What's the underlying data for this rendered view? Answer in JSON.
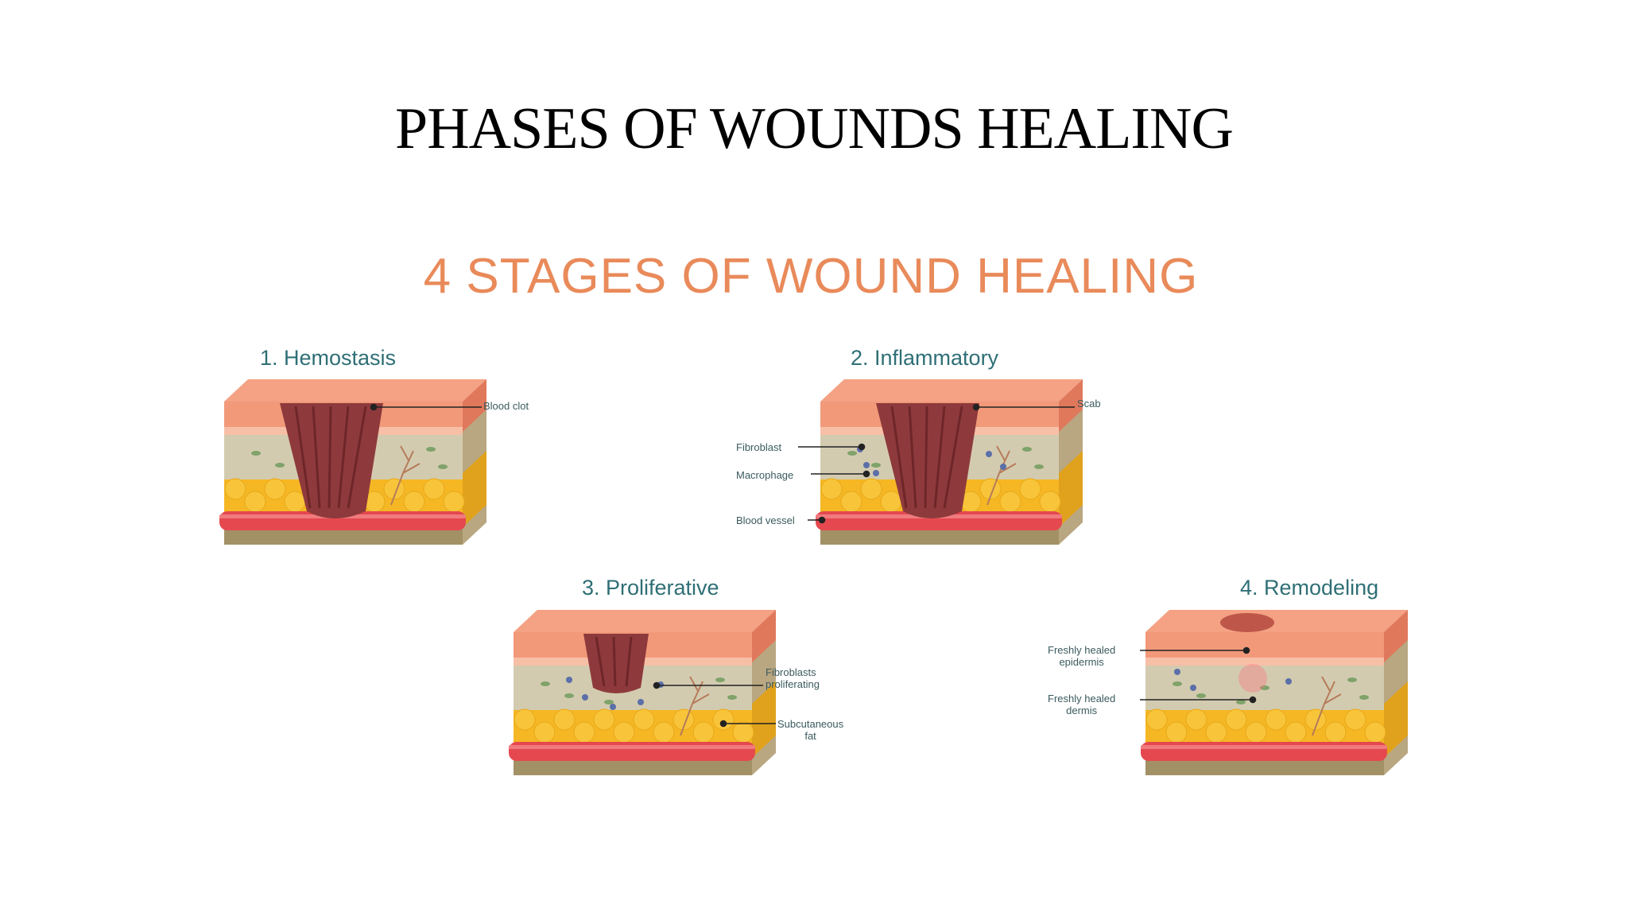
{
  "slide_title": "PHASES OF WOUNDS HEALING",
  "heading": "4 STAGES OF WOUND HEALING",
  "colors": {
    "heading": "#e98a5a",
    "stage_title": "#2f6f76",
    "epidermis": "#f2997a",
    "dermis": "#d3cbb0",
    "fat": "#f6b724",
    "vessel": "#e5484f",
    "wound": "#8e3a3c"
  },
  "stages": [
    {
      "title": "1. Hemostasis",
      "callouts": [
        "Blood clot"
      ]
    },
    {
      "title": "2. Inflammatory",
      "callouts": [
        "Scab",
        "Fibroblast",
        "Macrophage",
        "Blood vessel"
      ]
    },
    {
      "title": "3. Proliferative",
      "callouts": [
        "Fibroblasts\nproliferating",
        "Subcutaneous\nfat"
      ]
    },
    {
      "title": "4. Remodeling",
      "callouts": [
        "Freshly healed\nepidermis",
        "Freshly healed\ndermis"
      ]
    }
  ]
}
